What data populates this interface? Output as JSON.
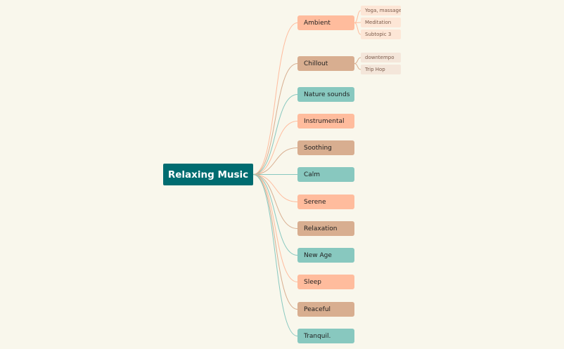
{
  "colors": {
    "background": "#f9f7ec",
    "root": "#006c70",
    "peach": "#ffbc9d",
    "tan": "#d8ae90",
    "teal": "#88c8bf",
    "leaf_peach": "#fde6d6",
    "leaf_tan": "#f4e6da"
  },
  "mindmap": {
    "root": {
      "label": "Relaxing Music"
    },
    "branches": [
      {
        "label": "Ambient",
        "color": "peach",
        "children": [
          "Yoga, massage",
          "Meditation",
          "Subtopic 3"
        ]
      },
      {
        "label": "Chillout",
        "color": "tan",
        "children": [
          "downtempo",
          "Trip Hop"
        ]
      },
      {
        "label": "Nature sounds",
        "color": "teal",
        "children": []
      },
      {
        "label": "Instrumental",
        "color": "peach",
        "children": []
      },
      {
        "label": "Soothing",
        "color": "tan",
        "children": []
      },
      {
        "label": "Calm",
        "color": "teal",
        "children": []
      },
      {
        "label": "Serene",
        "color": "peach",
        "children": []
      },
      {
        "label": "Relaxation",
        "color": "tan",
        "children": []
      },
      {
        "label": "New Age",
        "color": "teal",
        "children": []
      },
      {
        "label": "Sleep",
        "color": "peach",
        "children": []
      },
      {
        "label": "Peaceful",
        "color": "tan",
        "children": []
      },
      {
        "label": "Tranquil.",
        "color": "teal",
        "children": []
      }
    ]
  }
}
